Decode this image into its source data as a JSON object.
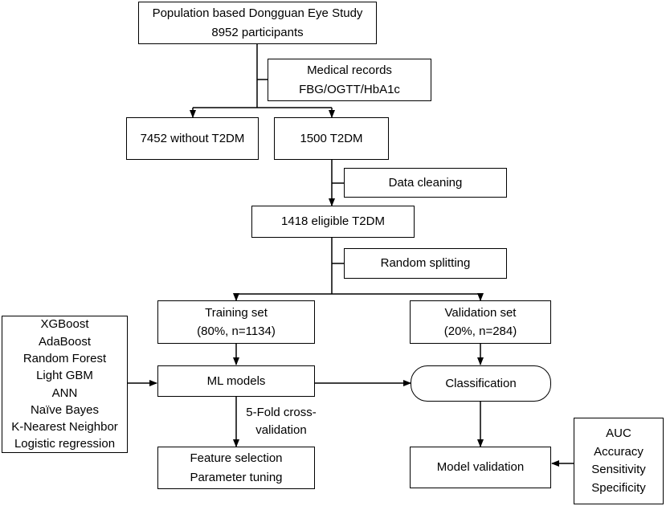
{
  "diagram": {
    "population": {
      "line1": "Population based Dongguan Eye Study",
      "line2": "8952 participants"
    },
    "medical_records": {
      "line1": "Medical records",
      "line2": "FBG/OGTT/HbA1c"
    },
    "without_t2dm": "7452 without T2DM",
    "t2dm": "1500 T2DM",
    "data_cleaning": "Data cleaning",
    "eligible": "1418 eligible T2DM",
    "random_splitting": "Random splitting",
    "training_set": {
      "line1": "Training set",
      "line2": "(80%, n=1134)"
    },
    "validation_set": {
      "line1": "Validation set",
      "line2": "(20%, n=284)"
    },
    "algorithms": [
      "XGBoost",
      "AdaBoost",
      "Random Forest",
      "Light GBM",
      "ANN",
      "Naïve Bayes",
      "K-Nearest Neighbor",
      "Logistic regression"
    ],
    "ml_models": "ML models",
    "classification": "Classification",
    "cross_validation": {
      "line1": "5-Fold cross-",
      "line2": "validation"
    },
    "feature_selection": {
      "line1": "Feature selection",
      "line2": "Parameter tuning"
    },
    "model_validation": "Model validation",
    "metrics": [
      "AUC",
      "Accuracy",
      "Sensitivity",
      "Specificity"
    ],
    "colors": {
      "stroke": "#000000",
      "background": "#ffffff"
    }
  }
}
